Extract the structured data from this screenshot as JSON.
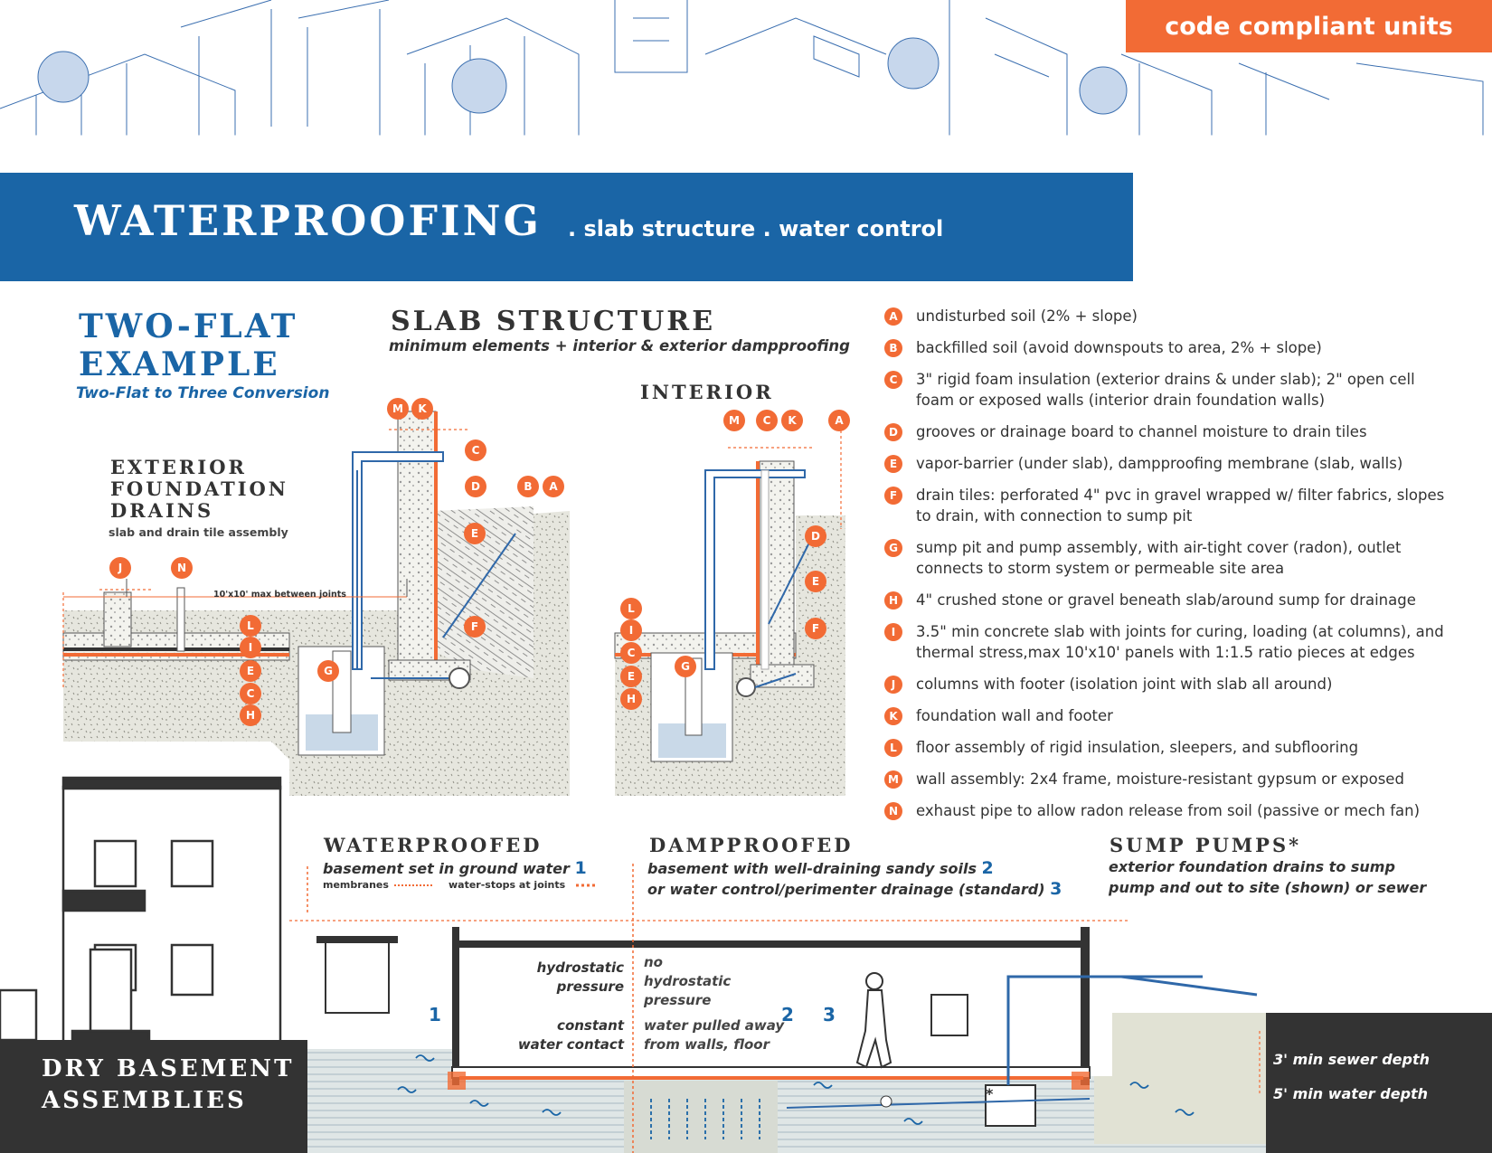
{
  "badge": "code compliant units",
  "banner": {
    "title": "WATERPROOFING",
    "subtitle": ". slab structure . water control"
  },
  "two_flat": {
    "title_line1": "TWO-FLAT",
    "title_line2": "EXAMPLE",
    "subtitle": "Two-Flat to Three Conversion"
  },
  "slab_structure": {
    "title": "SLAB STRUCTURE",
    "subtitle": "minimum elements + interior & exterior dampproofing"
  },
  "interior": {
    "title": "INTERIOR"
  },
  "exterior": {
    "title_line1": "EXTERIOR",
    "title_line2": "FOUNDATION",
    "title_line3": "DRAINS",
    "subtitle": "slab and drain tile assembly",
    "joint_note": "10'x10' max between joints"
  },
  "legend": [
    {
      "key": "A",
      "text": "undisturbed soil (2% + slope)"
    },
    {
      "key": "B",
      "text": "backfilled soil (avoid downspouts to area, 2% + slope)"
    },
    {
      "key": "C",
      "text": "3\" rigid foam insulation (exterior drains & under slab); 2\" open cell foam or exposed walls (interior drain foundation walls)"
    },
    {
      "key": "D",
      "text": "grooves or drainage board to channel moisture to drain tiles"
    },
    {
      "key": "E",
      "text": "vapor-barrier (under slab), dampproofing membrane (slab, walls)"
    },
    {
      "key": "F",
      "text": "drain tiles: perforated 4\" pvc in gravel wrapped w/ filter fabrics, slopes to drain, with connection to sump pit"
    },
    {
      "key": "G",
      "text": "sump pit and pump assembly, with air-tight cover (radon), outlet connects to storm system or permeable site area"
    },
    {
      "key": "H",
      "text": "4\" crushed stone or gravel beneath slab/around sump for drainage"
    },
    {
      "key": "I",
      "text": "3.5\" min concrete slab with joints for curing, loading (at columns), and thermal stress,max 10'x10' panels with 1:1.5 ratio pieces at edges"
    },
    {
      "key": "J",
      "text": "columns with footer (isolation joint with slab all around)"
    },
    {
      "key": "K",
      "text": "foundation wall and footer"
    },
    {
      "key": "L",
      "text": "floor assembly of rigid insulation, sleepers, and subflooring"
    },
    {
      "key": "M",
      "text": "wall assembly: 2x4 frame, moisture-resistant gypsum or exposed"
    },
    {
      "key": "N",
      "text": "exhaust pipe to allow radon release from soil (passive or mech fan)"
    }
  ],
  "waterproofed": {
    "title": "WATERPROOFED",
    "line1": "basement set in ground water",
    "num1": "1",
    "membranes": "membranes",
    "waterstops": "water-stops at joints"
  },
  "dampproofed": {
    "title": "DAMPPROOFED",
    "line1": "basement with well-draining sandy soils",
    "num2": "2",
    "line2": "or water control/perimenter drainage (standard)",
    "num3": "3"
  },
  "sump": {
    "title": "SUMP PUMPS*",
    "line1": "exterior foundation drains to sump",
    "line2": "pump and out to site (shown) or sewer"
  },
  "section": {
    "hydro1": "hydrostatic",
    "hydro2": "pressure",
    "const1": "constant",
    "const2": "water contact",
    "no1": "no",
    "no2": "hydrostatic",
    "no3": "pressure",
    "pull1": "water pulled away",
    "pull2": "from walls, floor",
    "n1": "1",
    "n2": "2",
    "n3": "3",
    "star": "*",
    "sewer": "3' min sewer depth",
    "water": "5' min water depth"
  },
  "dry": {
    "line1": "DRY BASEMENT",
    "line2": "ASSEMBLIES"
  },
  "colors": {
    "accent": "#f26b35",
    "brand_blue": "#1a65a6",
    "soil": "#e4e4dc",
    "dark": "#333333",
    "water": "#c9d9e3"
  }
}
